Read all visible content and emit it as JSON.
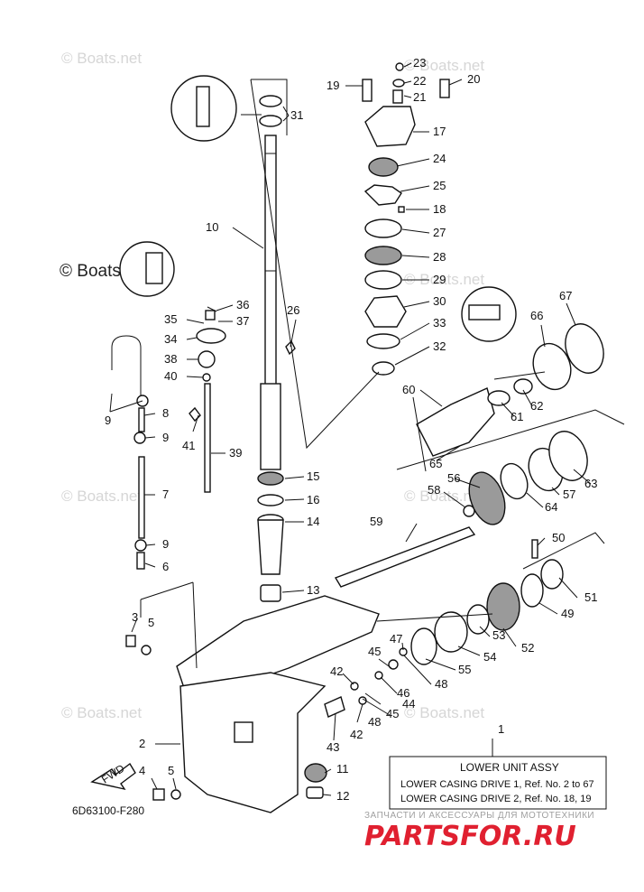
{
  "watermarks": [
    "© Boats.net"
  ],
  "callouts": [
    "1",
    "2",
    "3",
    "4",
    "5",
    "6",
    "7",
    "8",
    "9",
    "10",
    "11",
    "12",
    "13",
    "14",
    "15",
    "16",
    "17",
    "18",
    "19",
    "20",
    "21",
    "22",
    "23",
    "24",
    "25",
    "26",
    "27",
    "28",
    "29",
    "30",
    "31",
    "32",
    "33",
    "34",
    "35",
    "36",
    "37",
    "38",
    "39",
    "40",
    "41",
    "42",
    "43",
    "44",
    "45",
    "46",
    "47",
    "48",
    "49",
    "50",
    "51",
    "52",
    "53",
    "54",
    "55",
    "56",
    "57",
    "58",
    "59",
    "60",
    "61",
    "62",
    "63",
    "64",
    "65",
    "66",
    "67"
  ],
  "legend_box": {
    "title": "LOWER UNIT ASSY",
    "line1": "LOWER CASING DRIVE 1,  Ref. No. 2 to 67",
    "line2": "LOWER CASING DRIVE 2,  Ref. No. 18, 19"
  },
  "diagram_code": "6D63100-F280",
  "fwd_label": "FWD",
  "brand": {
    "name": "PARTSFOR.RU",
    "tagline": "ЗАПЧАСТИ И АКСЕССУАРЫ ДЛЯ МОТОТЕХНИКИ"
  },
  "colors": {
    "brand": "#e02030",
    "line": "#111111",
    "watermark": "#d6d6d6"
  }
}
